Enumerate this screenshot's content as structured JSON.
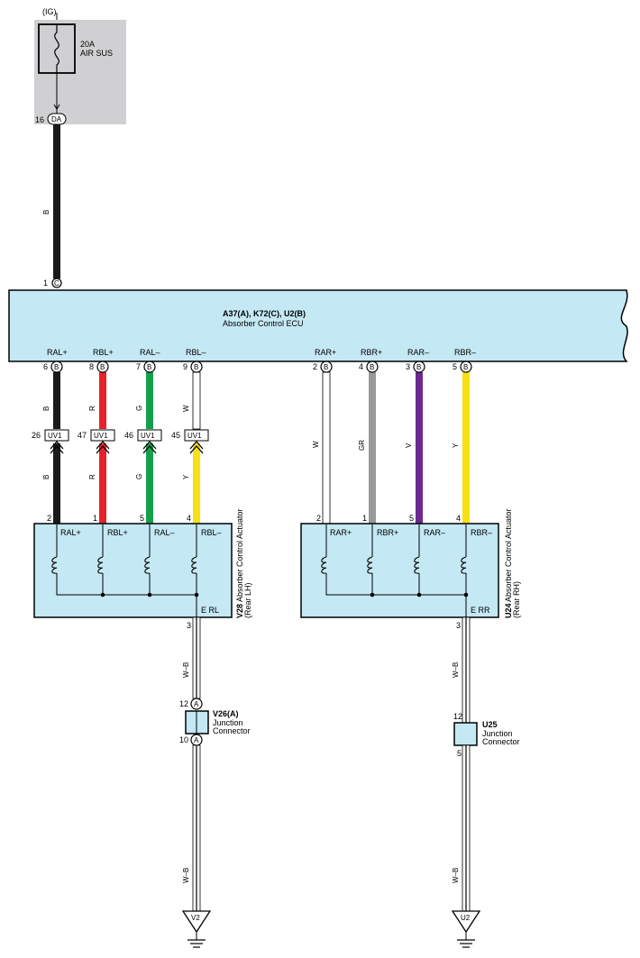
{
  "fuse": {
    "supply_label": "(IG)",
    "rating": "20A",
    "name": "AIR SUS",
    "connector_pin": "16",
    "connector_code": "DA"
  },
  "ecu": {
    "name_line1": "A37(A), K72(C), U2(B)",
    "name_line2": "Absorber Control ECU",
    "power_pin": "1",
    "power_code": "C",
    "power_wire_color": "B",
    "power_terminal": "B",
    "terminals": [
      {
        "label": "RAL+",
        "pin": "6",
        "code": "B"
      },
      {
        "label": "RBL+",
        "pin": "8",
        "code": "B"
      },
      {
        "label": "RAL–",
        "pin": "7",
        "code": "B"
      },
      {
        "label": "RBL–",
        "pin": "9",
        "code": "B"
      },
      {
        "label": "RAR+",
        "pin": "2",
        "code": "B"
      },
      {
        "label": "RBR+",
        "pin": "4",
        "code": "B"
      },
      {
        "label": "RAR–",
        "pin": "3",
        "code": "B"
      },
      {
        "label": "RBR–",
        "pin": "5",
        "code": "B"
      }
    ]
  },
  "wires": {
    "left_upper": [
      "B",
      "R",
      "G",
      "W"
    ],
    "left_lower": [
      "B",
      "R",
      "G",
      "Y"
    ],
    "right": [
      "W",
      "GR",
      "V",
      "Y"
    ]
  },
  "inline_connectors": [
    {
      "pin": "26",
      "code": "UV1"
    },
    {
      "pin": "47",
      "code": "UV1"
    },
    {
      "pin": "46",
      "code": "UV1"
    },
    {
      "pin": "45",
      "code": "UV1"
    }
  ],
  "actuator_lh": {
    "code": "V28",
    "name": "Absorber Control Actuator",
    "position": "(Rear LH)",
    "pins": [
      "2",
      "1",
      "5",
      "4"
    ],
    "terminals": [
      "RAL+",
      "RBL+",
      "RAL–",
      "RBL–"
    ],
    "ground_terminal": "E RL",
    "ground_pin": "3",
    "ground_wire": "W–B"
  },
  "actuator_rh": {
    "code": "U24",
    "name": "Absorber Control Actuator",
    "position": "(Rear RH)",
    "pins": [
      "2",
      "1",
      "5",
      "4"
    ],
    "terminals": [
      "RAR+",
      "RBR+",
      "RAR–",
      "RBR–"
    ],
    "ground_terminal": "E RR",
    "ground_pin": "3",
    "ground_wire": "W–B"
  },
  "junction_lh": {
    "code": "V26(A)",
    "name": "Junction Connector",
    "pin_in": "12",
    "pin_out": "10",
    "pin_code": "A",
    "wire_out": "W–B",
    "ground": "V2"
  },
  "junction_rh": {
    "code": "U25",
    "name": "Junction Connector",
    "pin_in": "12",
    "pin_out": "5",
    "wire_out": "W–B",
    "ground": "U2"
  },
  "colors": {
    "panel": "#d0d0d2",
    "ecu_fill": "#c4e8f4",
    "B": "#1a1a1a",
    "R": "#e8222c",
    "G": "#13a04a",
    "W": "#ffffff",
    "Y": "#f8e014",
    "GR": "#999999",
    "V": "#6a2a90"
  }
}
